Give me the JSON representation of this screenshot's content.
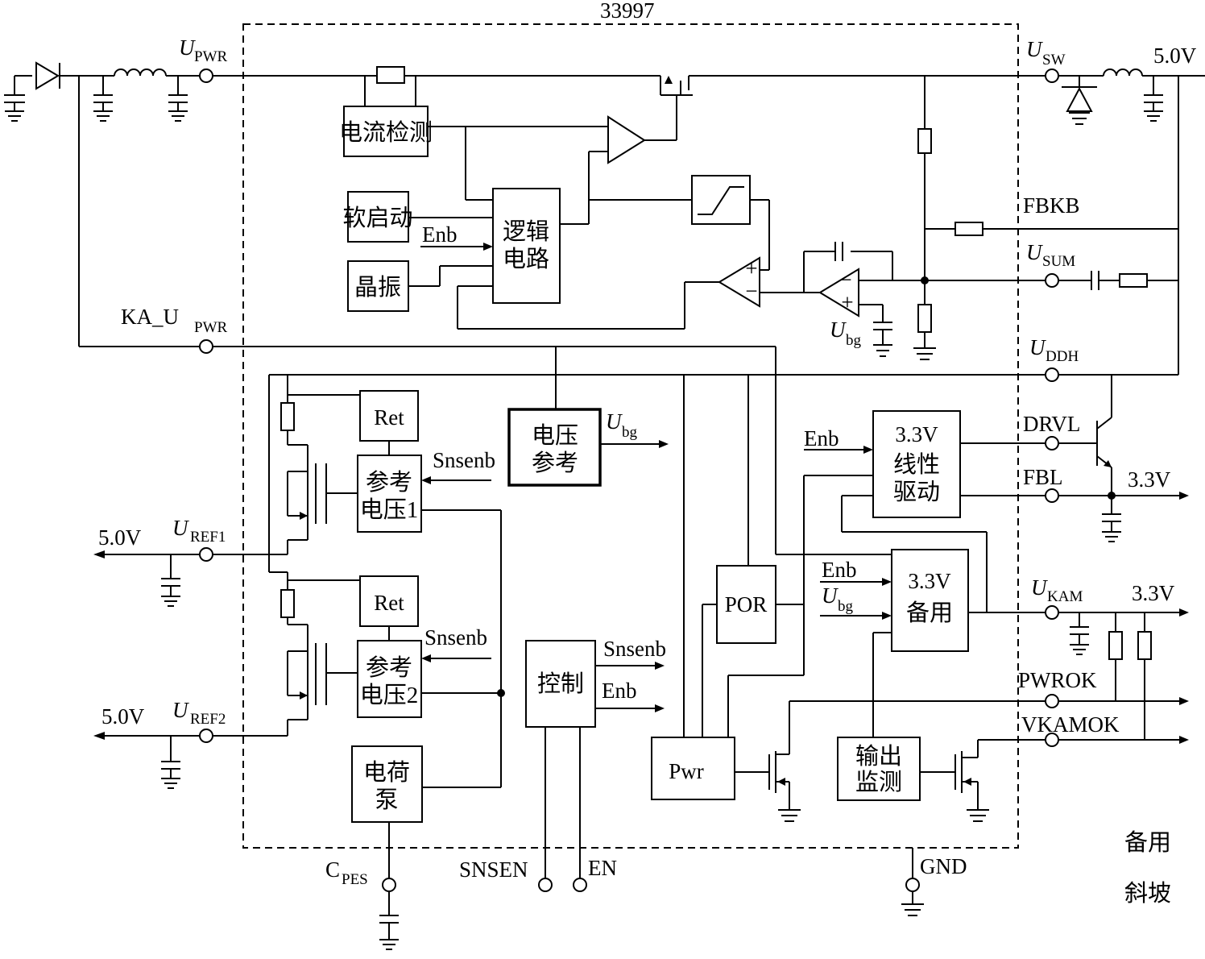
{
  "chip": {
    "part_number": "33997"
  },
  "blocks": {
    "current_sense": "电流检测",
    "soft_start": "软启动",
    "oscillator": "晶振",
    "logic_1": "逻辑",
    "logic_2": "电路",
    "vref_1": "电压",
    "vref_2": "参考",
    "ret1": "Ret",
    "ret2": "Ret",
    "ref1_1": "参考",
    "ref1_2": "电压1",
    "ref2_1": "参考",
    "ref2_2": "电压2",
    "charge_pump_1": "电荷",
    "charge_pump_2": "泵",
    "control": "控制",
    "por": "POR",
    "pwr": "Pwr",
    "linear_1": "3.3V",
    "linear_2": "线性",
    "linear_3": "驱动",
    "standby_1": "3.3V",
    "standby_2": "备用",
    "out_mon_1": "输出",
    "out_mon_2": "监测"
  },
  "signals": {
    "enb_logic": "Enb",
    "enb_linear": "Enb",
    "enb_standby": "Enb",
    "enb_control": "Enb",
    "snsenb_ref1": "Snsenb",
    "snsenb_ref2": "Snsenb",
    "snsenb_control": "Snsenb",
    "ubg_out_main": "U",
    "ubg_out_sub": "bg",
    "ubg_standby_main": "U",
    "ubg_standby_sub": "bg",
    "ubg_opamp_main": "U",
    "ubg_opamp_sub": "bg"
  },
  "pins": {
    "upwr_main": "U",
    "upwr_sub": "PWR",
    "usw_main": "U",
    "usw_sub": "SW",
    "out_5v_top": "5.0V",
    "fbkb": "FBKB",
    "usum_main": "U",
    "usum_sub": "SUM",
    "ka_upwr_main": "KA_U",
    "ka_upwr_sub": "PWR",
    "uddh_main": "U",
    "uddh_sub": "DDH",
    "drvl": "DRVL",
    "fbl": "FBL",
    "out_3v3_linear": "3.3V",
    "uref1_main": "U",
    "uref1_sub": "REF1",
    "out_5v_ref1": "5.0V",
    "uref2_main": "U",
    "uref2_sub": "REF2",
    "out_5v_ref2": "5.0V",
    "ukam_main": "U",
    "ukam_sub": "KAM",
    "out_3v3_kam": "3.3V",
    "pwrok": "PWROK",
    "vkamok": "VKAMOK",
    "cpes_main": "C",
    "cpes_sub": "PES",
    "snsen": "SNSEN",
    "en": "EN",
    "gnd": "GND"
  },
  "opamp_signs": {
    "plus": "+",
    "minus": "−"
  },
  "notes": {
    "line1": "备用",
    "line2": "斜坡"
  }
}
